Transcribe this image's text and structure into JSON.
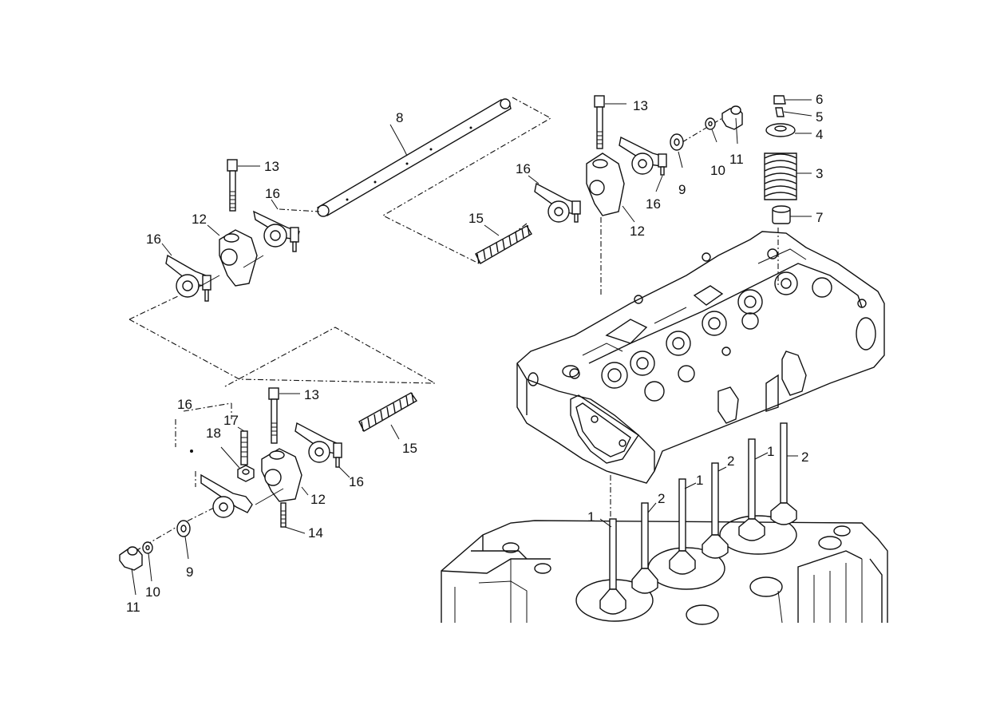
{
  "callouts": {
    "c1a": "1",
    "c1b": "1",
    "c1c": "1",
    "c2a": "2",
    "c2b": "2",
    "c2c": "2",
    "c3": "3",
    "c4": "4",
    "c5": "5",
    "c6": "6",
    "c7": "7",
    "c8": "8",
    "c9a": "9",
    "c9b": "9",
    "c10a": "10",
    "c10b": "10",
    "c11a": "11",
    "c11b": "11",
    "c12a": "12",
    "c12b": "12",
    "c12c": "12",
    "c13a": "13",
    "c13b": "13",
    "c13c": "13",
    "c14": "14",
    "c15a": "15",
    "c15b": "15",
    "c16a": "16",
    "c16b": "16",
    "c16c": "16",
    "c16d": "16",
    "c16e": "16",
    "c16f": "16",
    "c17": "17",
    "c18": "18"
  }
}
